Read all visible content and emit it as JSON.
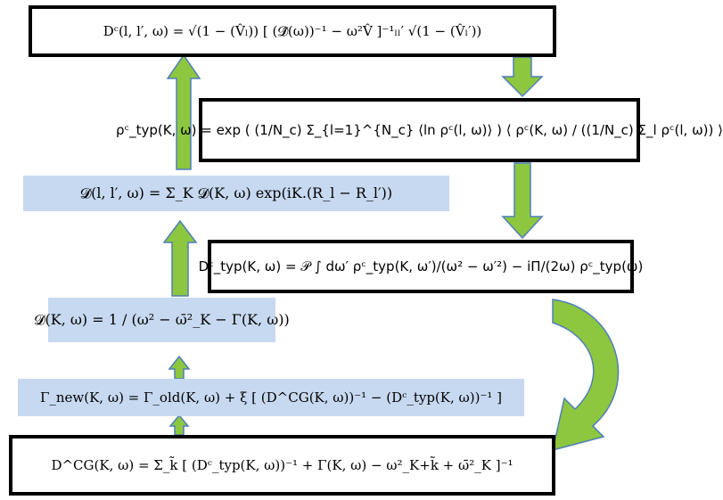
{
  "colors": {
    "arrow_fill": "#8dc63f",
    "arrow_stroke": "#4f7fba",
    "shaded_box": "#c7d9f0",
    "border": "#000000"
  },
  "equations": {
    "dc_full": "Dᶜ(l, l′, ω) = √(1 − (V̂ₗ)) [ (𝓓̂(ω))⁻¹ − ω²V̂ ]⁻¹ₗₗ′ √(1 − (V̂ₗ′))",
    "rho_typ": "ρᶜ_typ(K, ω) = exp ( (1/N_c) Σ_{l=1}^{N_c} ⟨ln ρᶜ(l, ω)⟩ ) ⟨ ρᶜ(K, ω) / ((1/N_c) Σ_l ρᶜ(l, ω)) ⟩",
    "d_real_space": "𝓓(l, l′, ω) = Σ_K 𝓓(K, ω) exp(iK.(R_l − R_l′))",
    "dc_typ": "Dᶜ_typ(K, ω) = 𝒫 ∫ dω′ ρᶜ_typ(K, ω′)/(ω² − ω′²) − iΠ/(2ω) ρᶜ_typ(ω)",
    "d_k": "𝓓(K, ω) = 1 / (ω² − ω̄²_K − Γ(K, ω))",
    "gamma_new": "Γ_new(K, ω) = Γ_old(K, ω) + ξ [ (D^CG(K, ω))⁻¹ − (Dᶜ_typ(K, ω))⁻¹ ]",
    "dcg": "D^CG(K, ω) = Σ_k̃ [ (Dᶜ_typ(K, ω))⁻¹ + Γ(K, ω) − ω²_K+k̃ + ω̄²_K ]⁻¹"
  }
}
